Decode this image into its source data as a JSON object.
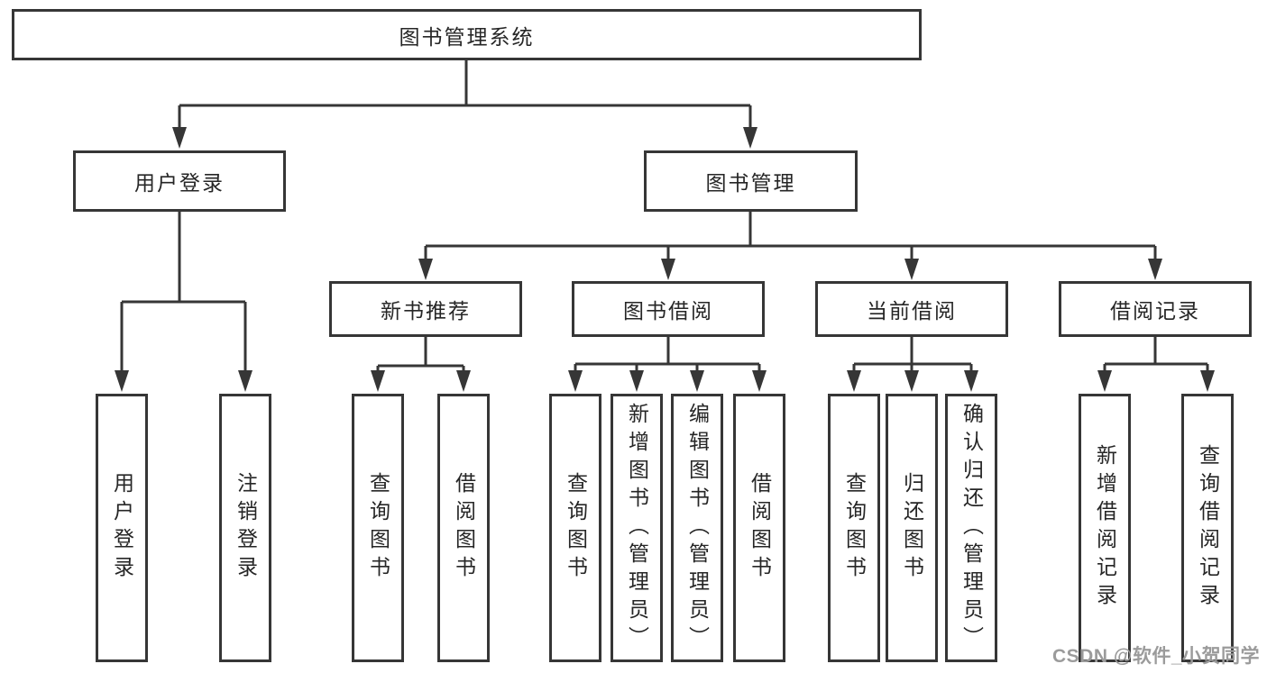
{
  "diagram": {
    "title": "图书管理系统",
    "colors": {
      "line": "#363636",
      "box_border": "#363636",
      "text": "#262626",
      "watermark": "#9b9b9b",
      "background": "#ffffff"
    },
    "root": {
      "label": "图书管理系统"
    },
    "level2": [
      {
        "label": "用户登录",
        "children": [
          "用户登录",
          "注销登录"
        ]
      },
      {
        "label": "图书管理"
      }
    ],
    "level3": [
      {
        "label": "新书推荐",
        "children": [
          "查询图书",
          "借阅图书"
        ]
      },
      {
        "label": "图书借阅",
        "children": [
          "查询图书",
          "新增图书（管理员）",
          "编辑图书（管理员）",
          "借阅图书"
        ]
      },
      {
        "label": "当前借阅",
        "children": [
          "查询图书",
          "归还图书",
          "确认归还（管理员）"
        ]
      },
      {
        "label": "借阅记录",
        "children": [
          "新增借阅记录",
          "查询借阅记录"
        ]
      }
    ],
    "watermark": "CSDN @软件_小贺同学"
  }
}
